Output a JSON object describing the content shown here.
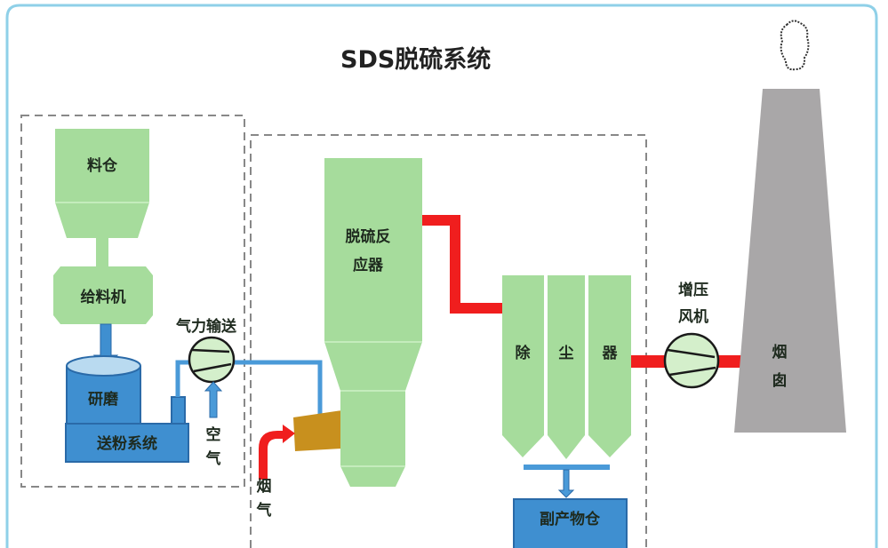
{
  "title": "SDS脱硫系统",
  "components": {
    "silo": "料仓",
    "feeder": "给料机",
    "mill": "研磨",
    "powder_delivery": "送粉系统",
    "pneumatic_conveying": "气力输送",
    "air": [
      "空",
      "气"
    ],
    "flue_gas": [
      "烟",
      "气"
    ],
    "reactor": [
      "脱硫反",
      "应器"
    ],
    "dust_collector": [
      "除",
      "尘",
      "器"
    ],
    "byproduct_silo": "副产物仓",
    "booster_fan": [
      "增压",
      "风机"
    ],
    "chimney": [
      "烟",
      "囱"
    ]
  },
  "colors": {
    "equipment_green": "#a6dc9c",
    "powder_blue": "#3f8fd0",
    "flue_red": "#f01e1e",
    "nozzle_brown": "#c8901e",
    "chimney_gray": "#a9a7a8",
    "frame_blue": "#8fd0e8"
  }
}
